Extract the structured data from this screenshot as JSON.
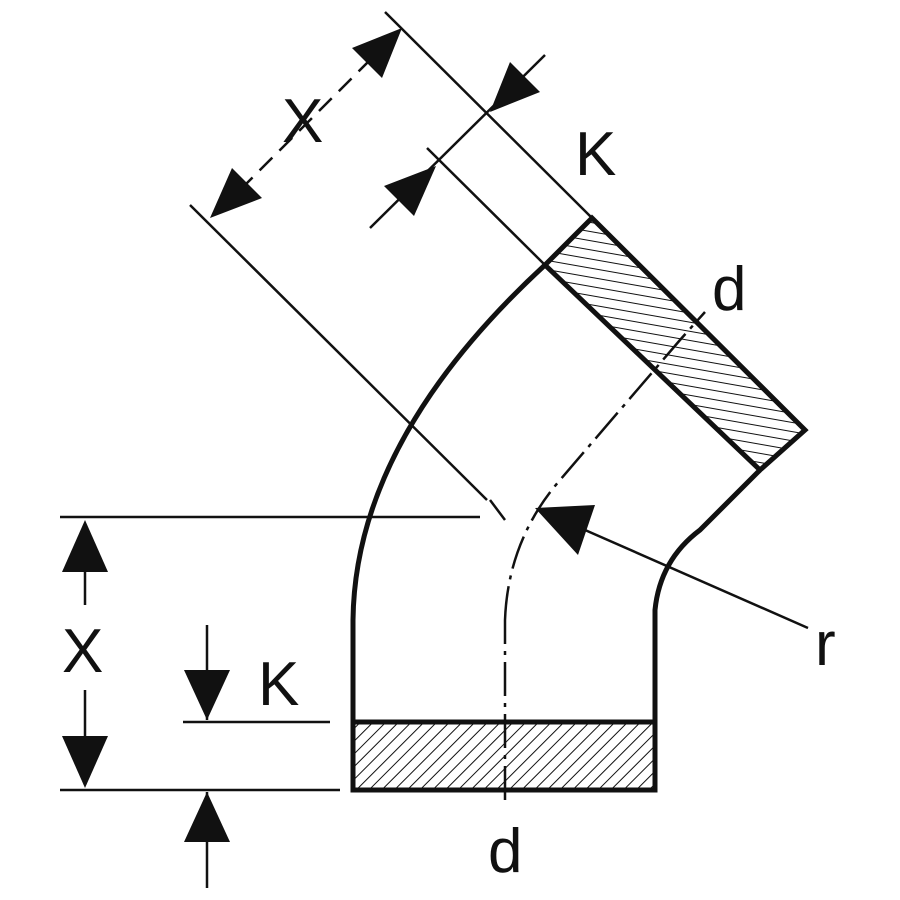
{
  "labels": {
    "x_top": "X",
    "k_top": "K",
    "d_top": "d",
    "r": "r",
    "x_left": "X",
    "k_left": "K",
    "d_bottom": "d"
  },
  "colors": {
    "line": "#111111",
    "background": "#ffffff"
  }
}
